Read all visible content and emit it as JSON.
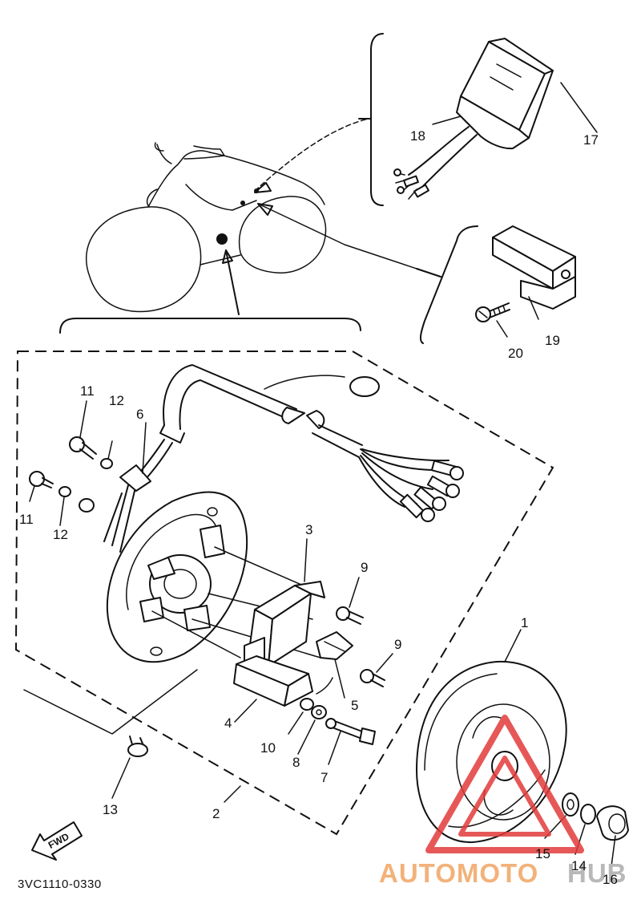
{
  "diagram": {
    "code": "3VC1110-0330",
    "fwd_label": "FWD",
    "parts": [
      "1",
      "2",
      "3",
      "4",
      "5",
      "6",
      "7",
      "8",
      "9",
      "9",
      "10",
      "11",
      "11",
      "12",
      "12",
      "13",
      "14",
      "15",
      "16",
      "17",
      "18",
      "19",
      "20"
    ]
  },
  "watermark": {
    "auto": "AUTOMOTO",
    "hub": "HUB",
    "color_auto": "#f2b27a",
    "color_hub": "#b8b8b8",
    "triangle_color": "#e23b3b"
  }
}
